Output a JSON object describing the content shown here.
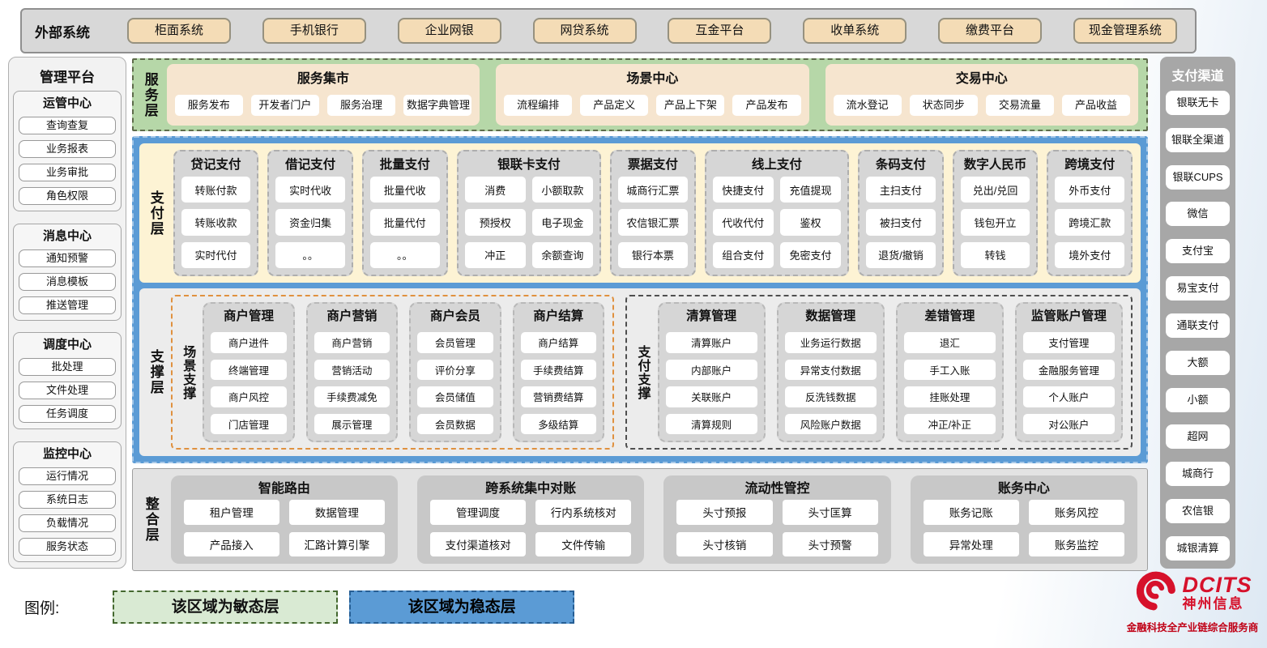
{
  "external_systems": {
    "label": "外部系统",
    "items": [
      "柜面系统",
      "手机银行",
      "企业网银",
      "网贷系统",
      "互金平台",
      "收单系统",
      "缴费平台",
      "现金管理系统"
    ]
  },
  "management_platform": {
    "title": "管理平台",
    "groups": [
      {
        "title": "运管中心",
        "items": [
          "查询查复",
          "业务报表",
          "业务审批",
          "角色权限"
        ]
      },
      {
        "title": "消息中心",
        "items": [
          "通知预警",
          "消息模板",
          "推送管理"
        ]
      },
      {
        "title": "调度中心",
        "items": [
          "批处理",
          "文件处理",
          "任务调度"
        ]
      },
      {
        "title": "监控中心",
        "items": [
          "运行情况",
          "系统日志",
          "负载情况",
          "服务状态"
        ]
      }
    ]
  },
  "service_layer": {
    "label": "服务层",
    "groups": [
      {
        "title": "服务集市",
        "items": [
          "服务发布",
          "开发者门户",
          "服务治理",
          "数据字典管理"
        ]
      },
      {
        "title": "场景中心",
        "items": [
          "流程编排",
          "产品定义",
          "产品上下架",
          "产品发布"
        ]
      },
      {
        "title": "交易中心",
        "items": [
          "流水登记",
          "状态同步",
          "交易流量",
          "产品收益"
        ]
      }
    ]
  },
  "payment_layer": {
    "label": "支付层",
    "columns": [
      {
        "title": "贷记支付",
        "cols": 1,
        "items": [
          "转账付款",
          "转账收款",
          "实时代付"
        ]
      },
      {
        "title": "借记支付",
        "cols": 1,
        "items": [
          "实时代收",
          "资金归集",
          "。。"
        ]
      },
      {
        "title": "批量支付",
        "cols": 1,
        "items": [
          "批量代收",
          "批量代付",
          "。。"
        ]
      },
      {
        "title": "银联卡支付",
        "cols": 2,
        "items": [
          "消费",
          "小额取款",
          "预授权",
          "电子现金",
          "冲正",
          "余额查询"
        ]
      },
      {
        "title": "票据支付",
        "cols": 1,
        "items": [
          "城商行汇票",
          "农信银汇票",
          "银行本票"
        ]
      },
      {
        "title": "线上支付",
        "cols": 2,
        "items": [
          "快捷支付",
          "充值提现",
          "代收代付",
          "鉴权",
          "组合支付",
          "免密支付"
        ]
      },
      {
        "title": "条码支付",
        "cols": 1,
        "items": [
          "主扫支付",
          "被扫支付",
          "退货/撤销"
        ]
      },
      {
        "title": "数字人民币",
        "cols": 1,
        "items": [
          "兑出/兑回",
          "钱包开立",
          "转钱"
        ]
      },
      {
        "title": "跨境支付",
        "cols": 1,
        "items": [
          "外币支付",
          "跨境汇款",
          "境外支付"
        ]
      }
    ]
  },
  "support_layer": {
    "label": "支撑层",
    "sections": [
      {
        "label": "场景支撑",
        "columns": [
          {
            "title": "商户管理",
            "items": [
              "商户进件",
              "终端管理",
              "商户风控",
              "门店管理"
            ]
          },
          {
            "title": "商户营销",
            "items": [
              "商户营销",
              "营销活动",
              "手续费减免",
              "展示管理"
            ]
          },
          {
            "title": "商户会员",
            "items": [
              "会员管理",
              "评价分享",
              "会员储值",
              "会员数据"
            ]
          },
          {
            "title": "商户结算",
            "items": [
              "商户结算",
              "手续费结算",
              "营销费结算",
              "多级结算"
            ]
          }
        ]
      },
      {
        "label": "支付支撑",
        "columns": [
          {
            "title": "清算管理",
            "items": [
              "清算账户",
              "内部账户",
              "关联账户",
              "清算规则"
            ]
          },
          {
            "title": "数据管理",
            "items": [
              "业务运行数据",
              "异常支付数据",
              "反洗钱数据",
              "风险账户数据"
            ]
          },
          {
            "title": "差错管理",
            "items": [
              "退汇",
              "手工入账",
              "挂账处理",
              "冲正/补正"
            ]
          },
          {
            "title": "监管账户管理",
            "items": [
              "支付管理",
              "金融服务管理",
              "个人账户",
              "对公账户"
            ]
          }
        ]
      }
    ]
  },
  "integration_layer": {
    "label": "整合层",
    "groups": [
      {
        "title": "智能路由",
        "items": [
          "租户管理",
          "数据管理",
          "产品接入",
          "汇路计算引擎"
        ]
      },
      {
        "title": "跨系统集中对账",
        "items": [
          "管理调度",
          "行内系统核对",
          "支付渠道核对",
          "文件传输"
        ]
      },
      {
        "title": "流动性管控",
        "items": [
          "头寸预报",
          "头寸匡算",
          "头寸核销",
          "头寸预警"
        ]
      },
      {
        "title": "账务中心",
        "items": [
          "账务记账",
          "账务风控",
          "异常处理",
          "账务监控"
        ]
      }
    ]
  },
  "payment_channels": {
    "title": "支付渠道",
    "items": [
      "银联无卡",
      "银联全渠道",
      "银联CUPS",
      "微信",
      "支付宝",
      "易宝支付",
      "通联支付",
      "大额",
      "小额",
      "超网",
      "城商行",
      "农信银",
      "城银清算"
    ]
  },
  "legend": {
    "label": "图例:",
    "agile_label": "该区域为敏态层",
    "stable_label": "该区域为稳态层"
  },
  "logo": {
    "brand": "DCITS",
    "company": "神州信息",
    "tagline": "金融科技全产业链综合服务商"
  },
  "colors": {
    "agile_green": "#b6d7a8",
    "stable_blue": "#5b9bd5",
    "tan_box": "#f4dcb6",
    "cream_layer": "#fdf3d4",
    "brand_red": "#d6112b"
  }
}
